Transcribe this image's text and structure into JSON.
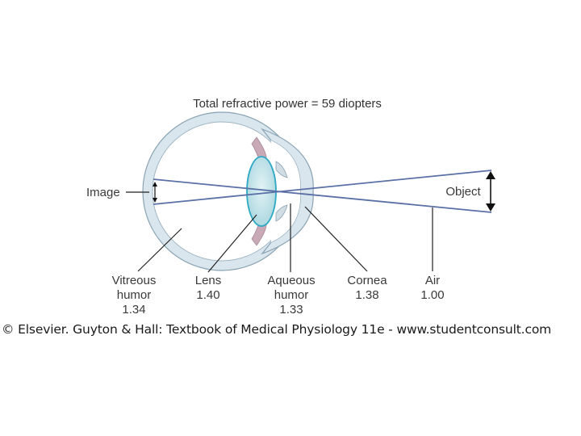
{
  "title": "Total refractive power = 59 diopters",
  "labels": {
    "image": "Image",
    "object": "Object"
  },
  "media": [
    {
      "line1": "Vitreous",
      "line2": "humor",
      "index": "1.34"
    },
    {
      "line1": "Lens",
      "line2": "",
      "index": "1.40"
    },
    {
      "line1": "Aqueous",
      "line2": "humor",
      "index": "1.33"
    },
    {
      "line1": "Cornea",
      "line2": "",
      "index": "1.38"
    },
    {
      "line1": "Air",
      "line2": "",
      "index": "1.00"
    }
  ],
  "credit": "© Elsevier. Guyton & Hall: Textbook of Medical Physiology 11e - www.studentconsult.com",
  "colors": {
    "ray": "#5b70a6",
    "sclera": "#d9e6ee",
    "lens": "#bfe1e8",
    "iris": "#c9a9b6"
  }
}
